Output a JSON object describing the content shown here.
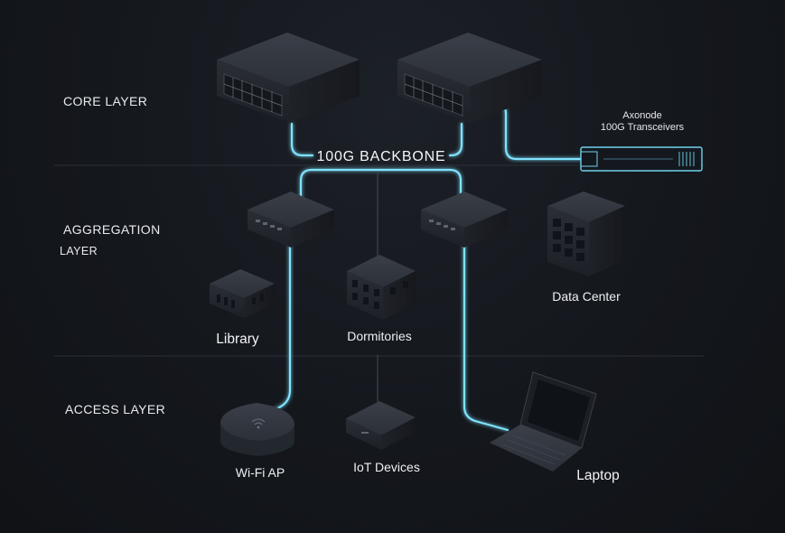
{
  "layers": {
    "core": "CORE LAYER",
    "aggregation_line1": "AGGREGATION",
    "aggregation_line2": "LAYER",
    "access": "ACCESS LAYER"
  },
  "backbone_label": "100G BACKBONE",
  "transceiver": {
    "line1": "Axonode",
    "line2": "100G Transceivers"
  },
  "buildings": {
    "library": "Library",
    "dormitories": "Dormitories",
    "data_center": "Data Center"
  },
  "devices": {
    "wifi_ap": "Wi-Fi AP",
    "iot": "IoT Devices",
    "laptop": "Laptop"
  },
  "colors": {
    "link_glow": "#7fe3ff",
    "background": "#14171c",
    "device_body": "#2a2e35"
  }
}
